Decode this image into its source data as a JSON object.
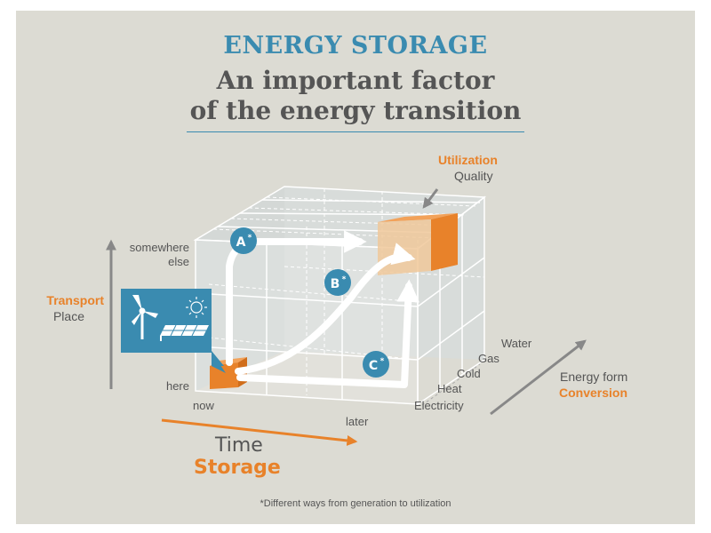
{
  "header": {
    "title": "ENERGY STORAGE",
    "subtitle_line1": "An important factor",
    "subtitle_line2": "of the energy transition"
  },
  "axes": {
    "transport": {
      "title": "Transport",
      "sub": "Place",
      "ticks": [
        "somewhere",
        "else",
        "here"
      ]
    },
    "time": {
      "title": "Time",
      "sub": "Storage",
      "ticks": [
        "now",
        "later"
      ]
    },
    "energy": {
      "title": "Energy form",
      "sub": "Conversion",
      "ticks": [
        "Water",
        "Gas",
        "Cold",
        "Heat",
        "Electricity"
      ]
    }
  },
  "utilization": {
    "title": "Utilization",
    "sub": "Quality"
  },
  "paths": [
    {
      "id": "A",
      "mark": "*"
    },
    {
      "id": "B",
      "mark": "*"
    },
    {
      "id": "C",
      "mark": "*"
    }
  ],
  "footnote": "*Different ways from generation to utilization",
  "icons": [
    "wind-turbine-icon",
    "sun-icon",
    "solar-panel-icon"
  ],
  "colors": {
    "background": "#dcdbd3",
    "accent_blue": "#3a8bb0",
    "accent_orange": "#e8822a",
    "text_gray": "#555555"
  }
}
